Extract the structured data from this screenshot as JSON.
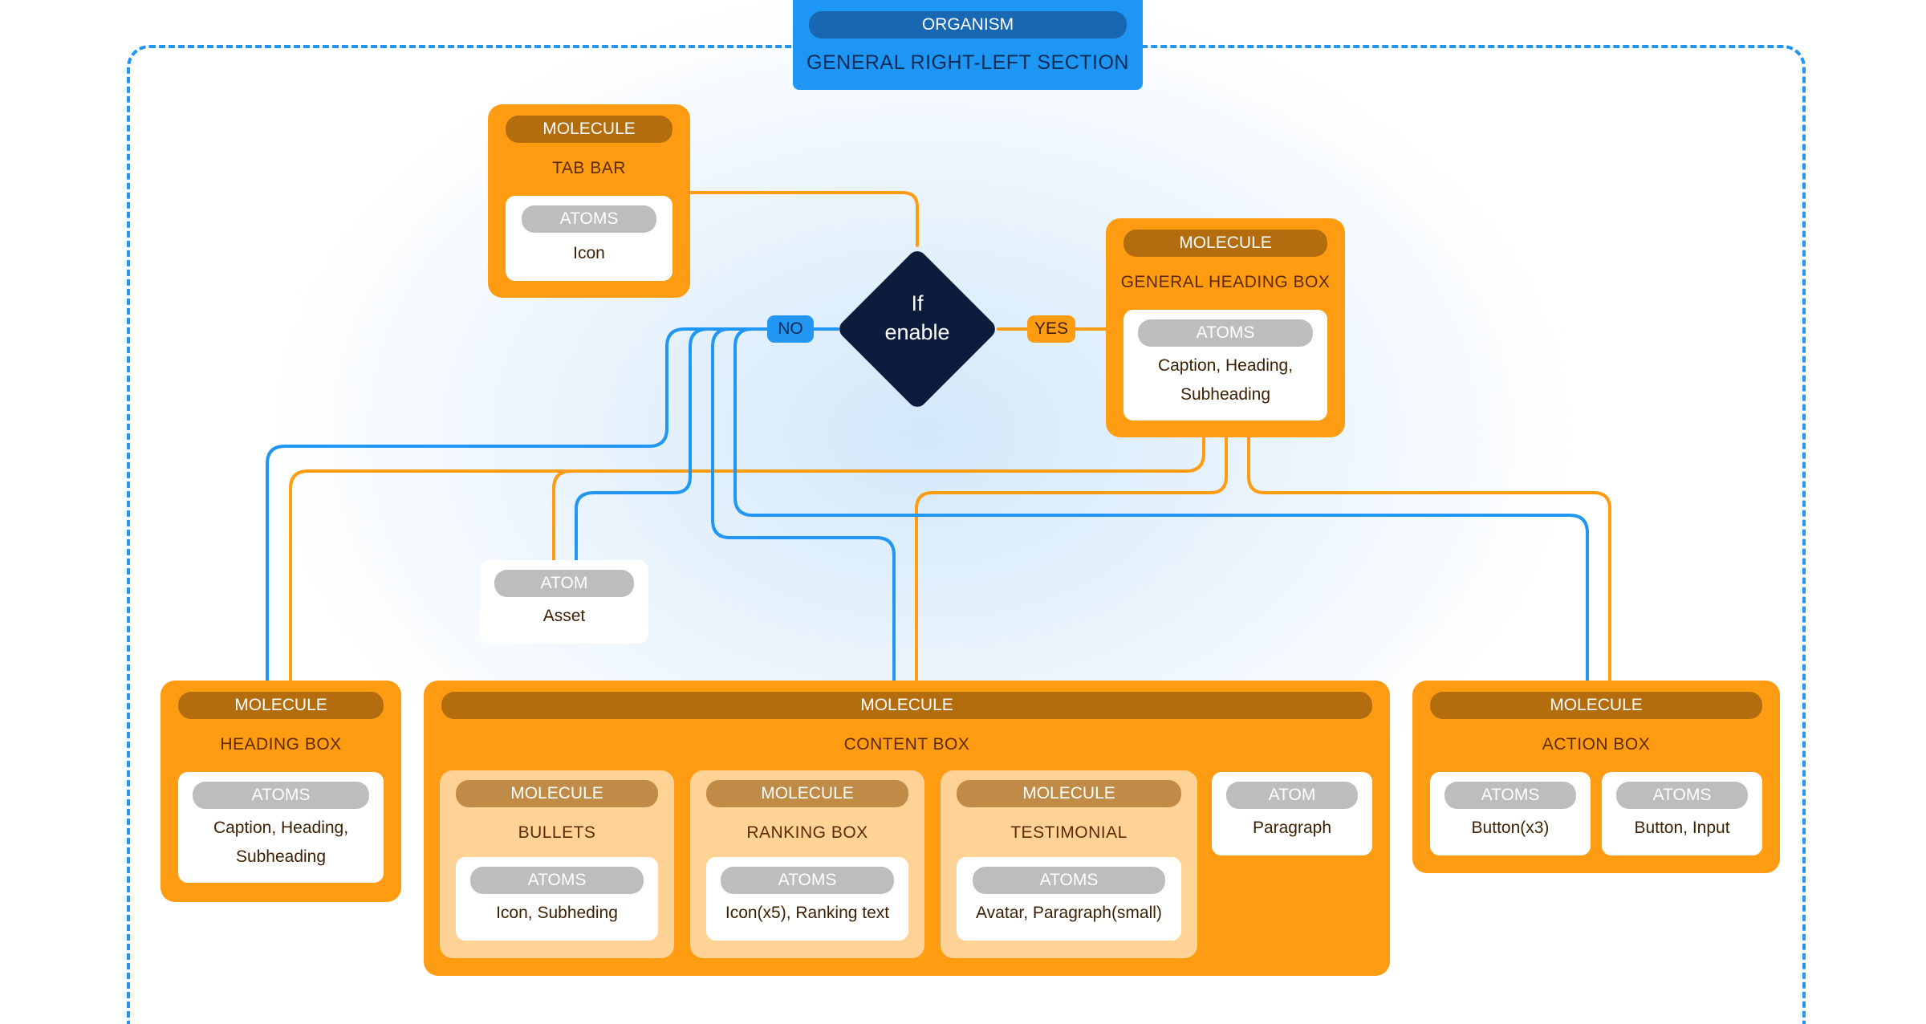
{
  "organism": {
    "label": "ORGANISM",
    "title": "GENERAL RIGHT-LEFT SECTION"
  },
  "decision": {
    "line1": "If",
    "line2": "enable",
    "no_label": "NO",
    "yes_label": "YES"
  },
  "tab_bar": {
    "label": "MOLECULE",
    "title": "TAB BAR",
    "atoms_label": "ATOMS",
    "atoms": "Icon"
  },
  "general_heading_box": {
    "label": "MOLECULE",
    "title": "GENERAL HEADING BOX",
    "atoms_label": "ATOMS",
    "atoms_line1": "Caption, Heading,",
    "atoms_line2": "Subheading"
  },
  "asset": {
    "label": "ATOM",
    "value": "Asset"
  },
  "heading_box": {
    "label": "MOLECULE",
    "title": "HEADING BOX",
    "atoms_label": "ATOMS",
    "atoms_line1": "Caption, Heading,",
    "atoms_line2": "Subheading"
  },
  "content_box": {
    "label": "MOLECULE",
    "title": "CONTENT BOX",
    "bullets": {
      "label": "MOLECULE",
      "title": "BULLETS",
      "atoms_label": "ATOMS",
      "atoms": "Icon, Subheding"
    },
    "ranking_box": {
      "label": "MOLECULE",
      "title": "RANKING BOX",
      "atoms_label": "ATOMS",
      "atoms": "Icon(x5), Ranking text"
    },
    "testimonial": {
      "label": "MOLECULE",
      "title": "TESTIMONIAL",
      "atoms_label": "ATOMS",
      "atoms": "Avatar, Paragraph(small)"
    },
    "paragraph": {
      "label": "ATOM",
      "value": "Paragraph"
    }
  },
  "action_box": {
    "label": "MOLECULE",
    "title": "ACTION BOX",
    "atoms1_label": "ATOMS",
    "atoms1": "Button(x3)",
    "atoms2_label": "ATOMS",
    "atoms2": "Button, Input"
  },
  "colors": {
    "blue": "#2196f3",
    "orange": "#ff9c12",
    "navy": "#0d1b3d"
  }
}
